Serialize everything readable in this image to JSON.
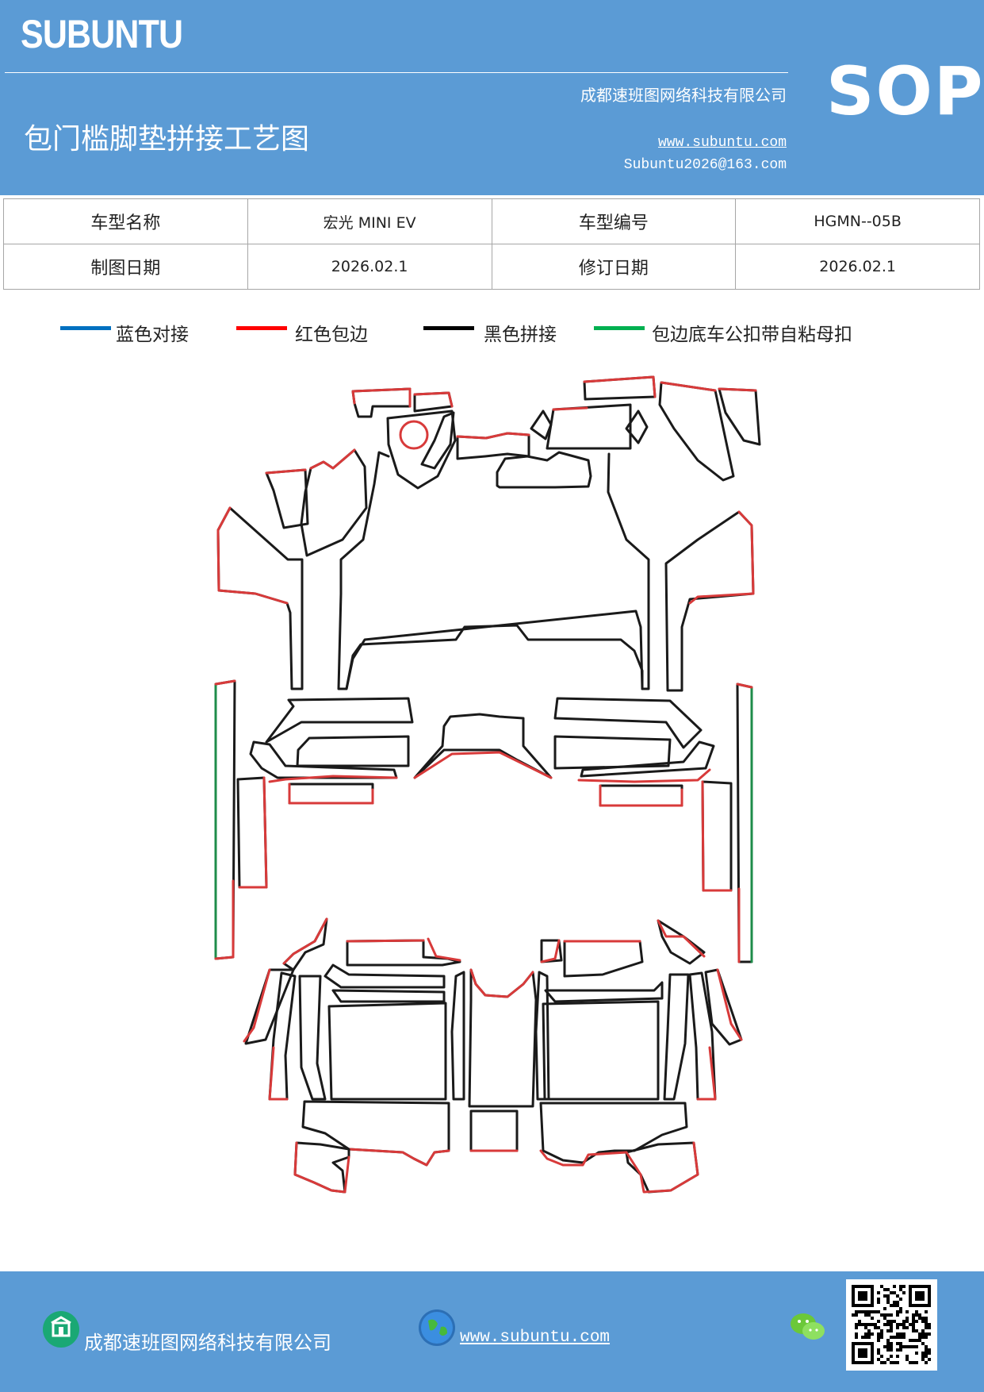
{
  "header": {
    "brand": "SUBUNTU",
    "company": "成都速班图网络科技有限公司",
    "title": "包门槛脚垫拼接工艺图",
    "website": "www.subuntu.com",
    "email": "Subuntu2026@163.com",
    "badge": "SOP"
  },
  "info_table": {
    "rows": [
      [
        "车型名称",
        "宏光 MINI EV",
        "车型编号",
        "HGMN--05B"
      ],
      [
        "制图日期",
        "2026.02.1",
        "修订日期",
        "2026.02.1"
      ]
    ]
  },
  "legend": [
    {
      "label": "蓝色对接",
      "color": "#0070c0"
    },
    {
      "label": "红色包边",
      "color": "#ff0000"
    },
    {
      "label": "黑色拼接",
      "color": "#000000"
    },
    {
      "label": "包边底车公扣带自粘母扣",
      "color": "#00b050"
    }
  ],
  "diagram": {
    "stroke_colors": {
      "black": "#1a1a1a",
      "red": "#d83a3a",
      "green": "#1e8c4a"
    }
  },
  "footer": {
    "company": "成都速班图网络科技有限公司",
    "website": "www.subuntu.com ",
    "icons": [
      "building-icon",
      "globe-icon",
      "wechat-icon",
      "qr-code"
    ]
  }
}
